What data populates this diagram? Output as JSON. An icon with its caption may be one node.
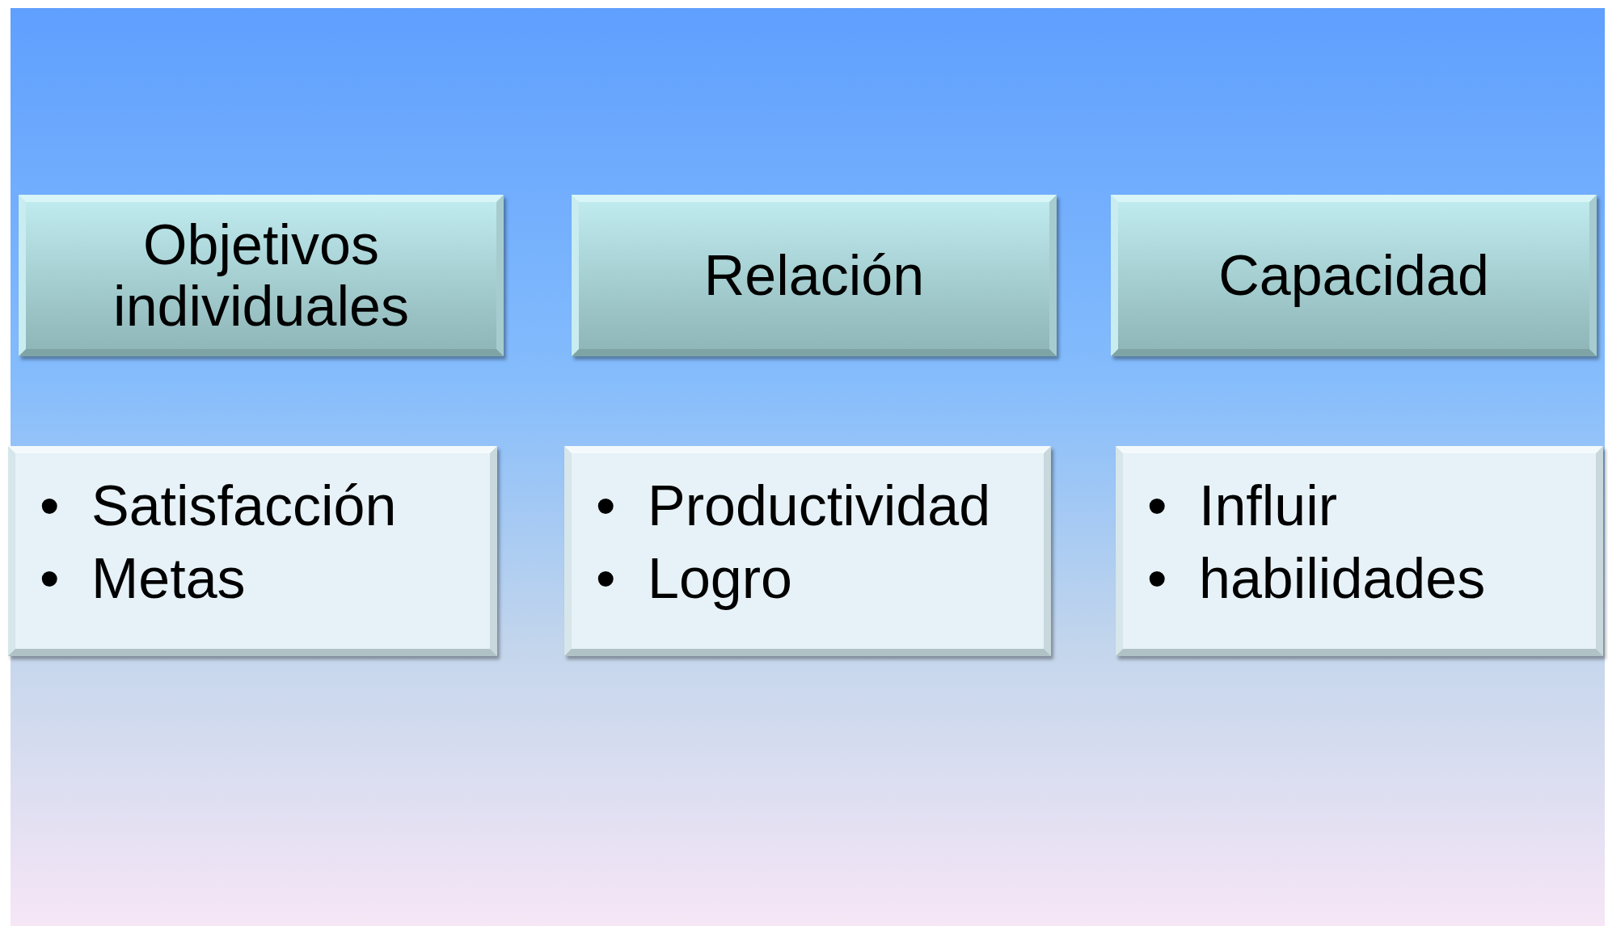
{
  "diagram": {
    "nodes": [
      {
        "text": [
          "Objetivos individuales"
        ]
      },
      {
        "text": [
          "Relación"
        ]
      },
      {
        "text": [
          "Capacidad"
        ]
      },
      {
        "text": [
          "• Satisfacción",
          "• Metas"
        ]
      },
      {
        "text": [
          "• Productividad",
          "• Logro"
        ]
      },
      {
        "text": [
          "• Influir",
          "• habilidades"
        ]
      }
    ]
  }
}
